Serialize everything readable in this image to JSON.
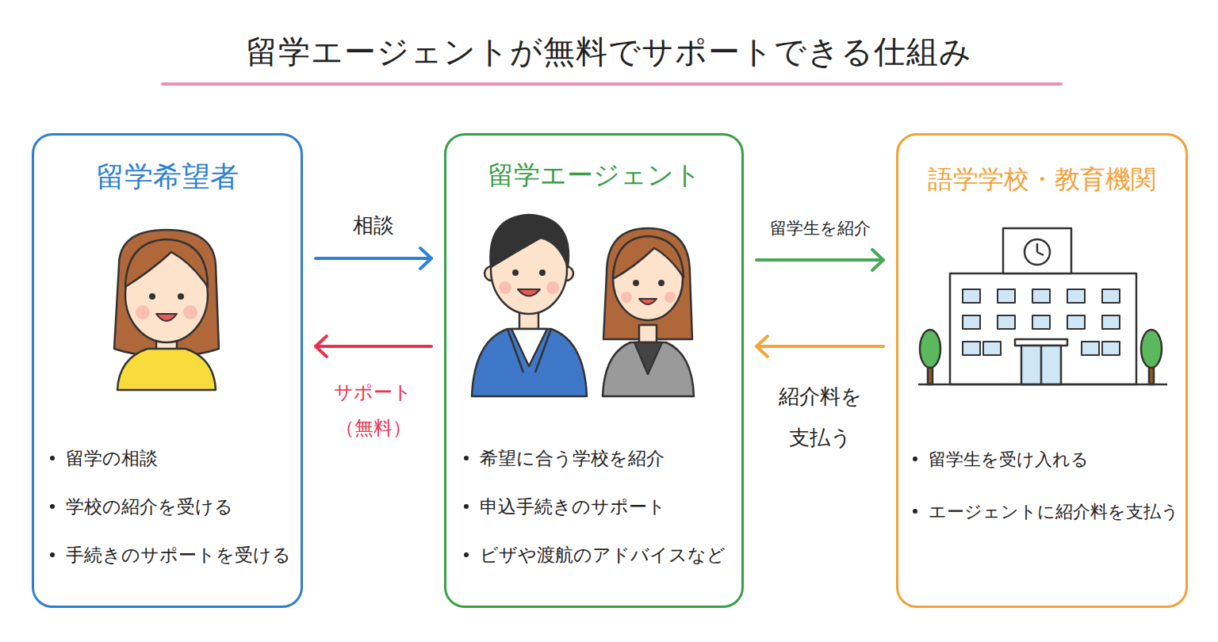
{
  "diagram": {
    "title": "留学エージェントが無料でサポートできる仕組み",
    "nodes": [
      {
        "text": [
          "留学希望者",
          "留学の相談",
          "学校の紹介を受ける",
          "手続きのサポートを受ける"
        ]
      },
      {
        "text": [
          "留学エージェント",
          "希望に合う学校を紹介",
          "申込手続きのサポート",
          "ビザや渡航のアドバイスなど"
        ]
      },
      {
        "text": [
          "語学学校・教育機関",
          "留学生を受け入れる",
          "エージェントに紹介料を支払う"
        ]
      }
    ],
    "edges": [
      {
        "from": 0,
        "to": 1,
        "arrow": "to",
        "label": "相談"
      },
      {
        "from": 1,
        "to": 0,
        "arrow": "to",
        "label": "サポート （無料）"
      },
      {
        "from": 1,
        "to": 2,
        "arrow": "to",
        "label": "留学生を紹介"
      },
      {
        "from": 2,
        "to": 1,
        "arrow": "to",
        "label": "紹介料を 支払う"
      }
    ]
  }
}
